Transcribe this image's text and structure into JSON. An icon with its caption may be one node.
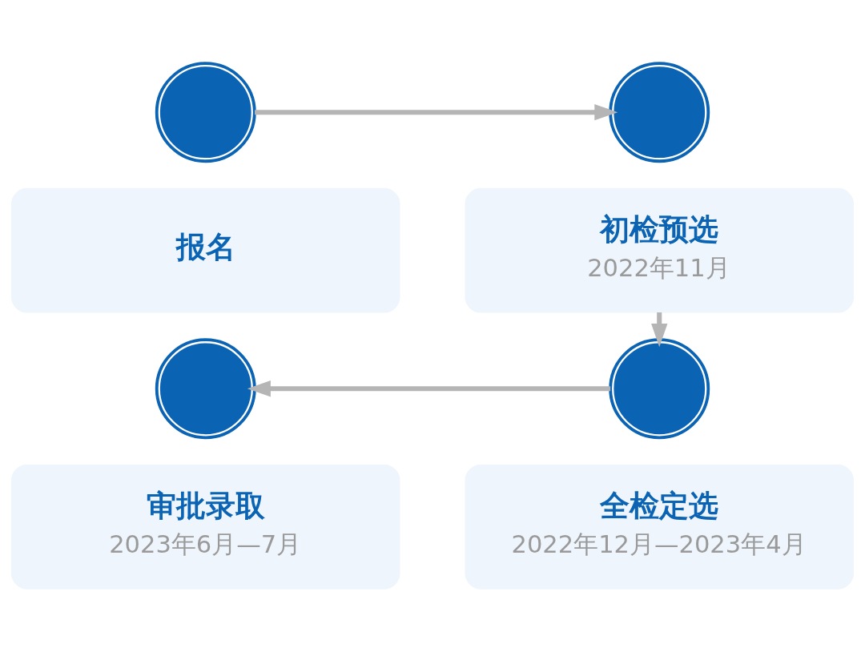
{
  "diagram": {
    "nodes": [
      {
        "text": [],
        "shape": "circle"
      },
      {
        "text": [],
        "shape": "circle"
      },
      {
        "text": [
          "报名"
        ]
      },
      {
        "text": [
          "初检预选",
          "2022年11月"
        ]
      },
      {
        "text": [],
        "shape": "circle"
      },
      {
        "text": [],
        "shape": "circle"
      },
      {
        "text": [
          "审批录取",
          "2023年6月—7月"
        ]
      },
      {
        "text": [
          "全检定选",
          "2022年12月—2023年4月"
        ]
      }
    ],
    "edges": [
      {
        "from": 0,
        "to": 1,
        "arrow": "to"
      },
      {
        "from": 3,
        "to": 5,
        "arrow": "to"
      },
      {
        "from": 5,
        "to": 4,
        "arrow": "to"
      }
    ]
  }
}
